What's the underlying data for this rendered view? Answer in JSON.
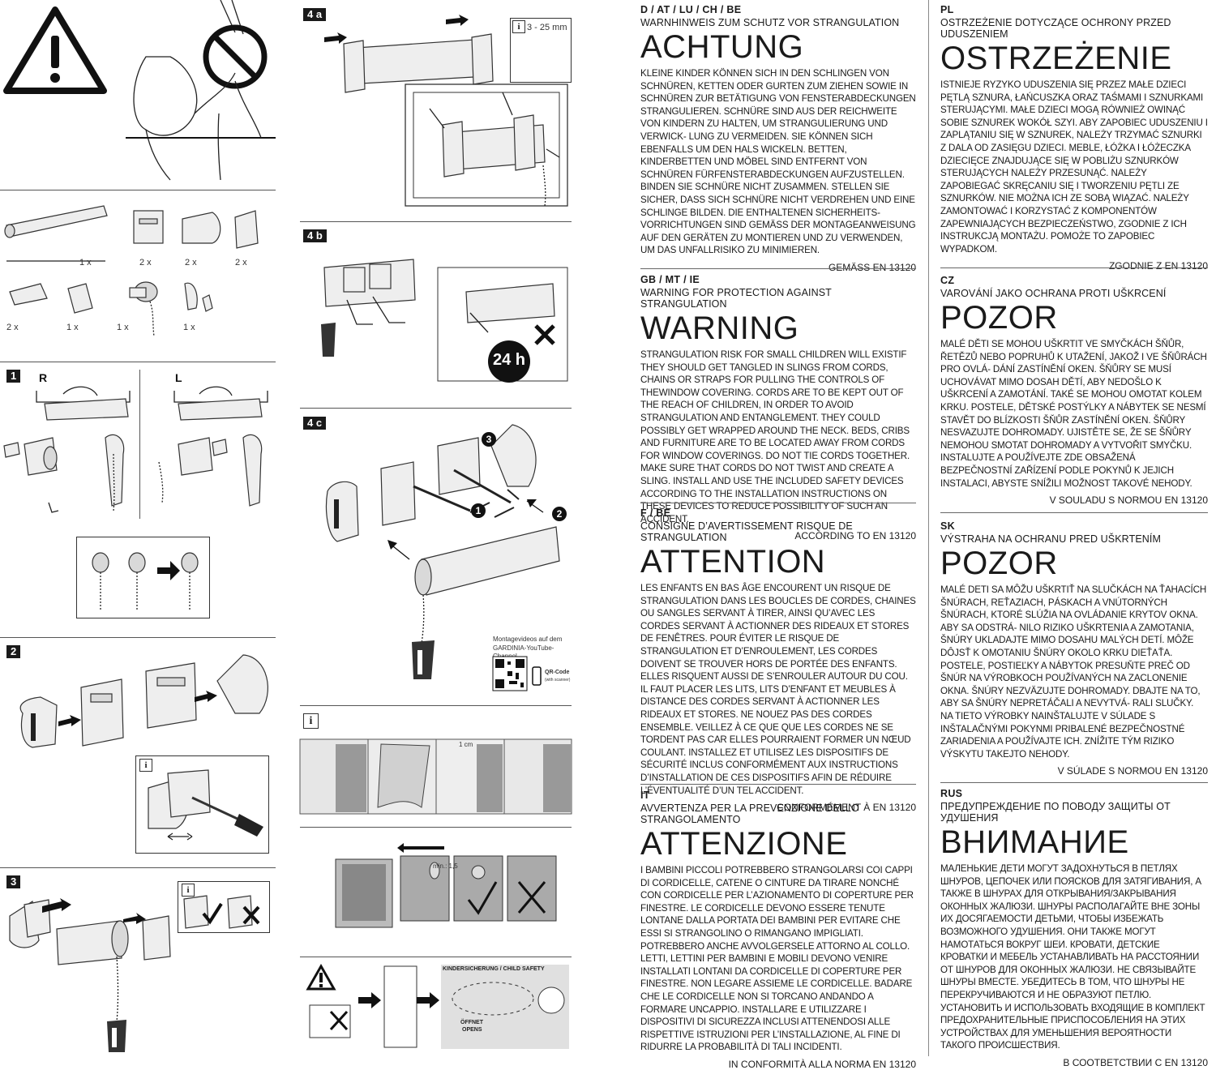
{
  "diagram": {
    "counts": {
      "roller": "1 x",
      "bracket": "2 x",
      "end_cap": "2 x",
      "pad": "2 x",
      "clip": "2 x",
      "plug": "1 x",
      "chain_unit": "1 x",
      "weight": "1 x"
    },
    "steps": {
      "s1": "1",
      "s2": "2",
      "s3": "3",
      "s4a": "4 a",
      "s4b": "4 b",
      "s4c": "4 c"
    },
    "labels": {
      "right": "R",
      "left": "L",
      "range": "3 - 25 mm",
      "hours": "24 h",
      "one_cm": "1 cm",
      "min": "min.: 1,5",
      "num1": "1",
      "num2": "2",
      "num3": "3",
      "info": "i"
    },
    "video_line1": "Montagevideos auf dem",
    "video_line2": "GARDINIA-YouTube-Channel",
    "qr_label": "QR-Code",
    "qr_sub": "(with scanner)",
    "child_safety": "KINDERSICHERUNG / CHILD SAFETY",
    "open_de": "ÖFFNET",
    "open_en": "OPENS"
  },
  "warnings": {
    "de": {
      "code": "D / AT / LU / CH / BE",
      "subtitle": "WARNHINWEIS ZUM SCHUTZ VOR STRANGULATION",
      "title": "ACHTUNG",
      "body": "KLEINE KINDER KÖNNEN SICH IN DEN SCHLINGEN VON SCHNÜREN, KETTEN ODER GURTEN ZUM ZIEHEN SOWIE IN SCHNÜREN ZUR BETÄTIGUNG VON FENSTERABDECKUNGEN STRANGULIEREN. SCHNÜRE SIND AUS DER REICHWEITE VON KINDERN ZU HALTEN, UM STRANGULIERUNG UND VERWICK- LUNG ZU VERMEIDEN. SIE KÖNNEN SICH EBENFALLS UM DEN HALS WICKELN. BETTEN, KINDERBETTEN UND MÖBEL SIND ENTFERNT VON SCHNÜREN FÜRFENSTERABDECKUNGEN AUFZUSTELLEN. BINDEN SIE SCHNÜRE NICHT ZUSAMMEN. STELLEN SIE SICHER, DASS SICH SCHNÜRE NICHT VERDREHEN UND EINE SCHLINGE BILDEN. DIE ENTHALTENEN SICHERHEITS- VORRICHTUNGEN SIND GEMÄSS DER MONTAGEANWEISUNG AUF DEN GERÄTEN ZU MONTIEREN UND ZU VERWENDEN, UM DAS UNFALLRISIKO ZU MINIMIEREN.",
      "norm": "GEMÄSS EN 13120"
    },
    "gb": {
      "code": "GB / MT / IE",
      "subtitle": "WARNING FOR PROTECTION AGAINST STRANGULATION",
      "title": "WARNING",
      "body": "STRANGULATION RISK FOR SMALL CHILDREN WILL EXISTIF THEY SHOULD GET TANGLED IN SLINGS FROM CORDS, CHAINS OR STRAPS FOR PULLING THE CONTROLS OF THEWINDOW COVERING. CORDS ARE TO BE KEPT OUT OF THE REACH OF CHILDREN, IN ORDER TO AVOID STRANGULATION AND ENTANGLEMENT. THEY COULD POSSIBLY GET WRAPPED AROUND THE NECK. BEDS, CRIBS AND FURNITURE ARE TO BE LOCATED AWAY FROM CORDS FOR WINDOW COVERINGS. DO NOT TIE CORDS TOGETHER. MAKE SURE THAT CORDS DO NOT TWIST AND CREATE A SLING. INSTALL AND USE THE INCLUDED SAFETY DEVICES ACCORDING TO THE INSTALLATION INSTRUCTIONS ON THESE DEVICES TO REDUCE POSSIBILITY OF SUCH AN ACCIDENT.",
      "norm": "ACCORDING TO EN 13120"
    },
    "fr": {
      "code": "F / BE",
      "subtitle": "CONSIGNE D’AVERTISSEMENT RISQUE DE STRANGULATION",
      "title": "ATTENTION",
      "body": "LES ENFANTS EN BAS ÂGE ENCOURENT UN RISQUE DE STRANGULATION DANS LES BOUCLES DE CORDES, CHAINES OU SANGLES SERVANT À TIRER, AINSI QU’AVEC LES CORDES SERVANT À ACTIONNER DES RIDEAUX ET STORES DE FENÊTRES. POUR ÉVITER LE RISQUE DE STRANGULATION ET D’ENROULEMENT, LES CORDES DOIVENT SE TROUVER HORS DE PORTÉE DES ENFANTS. ELLES RISQUENT AUSSI DE S’ENROULER AUTOUR DU COU. IL FAUT PLACER LES LITS, LITS D’ENFANT ET MEUBLES À DISTANCE DES CORDES SERVANT À ACTIONNER LES RIDEAUX ET STORES. NE NOUEZ PAS DES CORDES ENSEMBLE. VEILLEZ À CE QUE QUE LES CORDES NE SE TORDENT PAS CAR ELLES POURRAIENT FORMER UN NŒUD COULANT. INSTALLEZ ET UTILISEZ LES DISPOSITIFS DE SÉCURITÉ INCLUS CONFORMÉMENT AUX INSTRUCTIONS D’INSTALLATION DE CES DISPOSITIFS AFIN DE RÉDUIRE L’ÉVENTUALITÉ D’UN TEL ACCIDENT.",
      "norm": "CONFORMÉMENT À EN 13120"
    },
    "it": {
      "code": "IT",
      "subtitle": "AVVERTENZA PER LA PREVENZIONE DELLO STRANGOLAMENTO",
      "title": "ATTENZIONE",
      "body": "I BAMBINI PICCOLI POTREBBERO STRANGOLARSI COI CAPPI DI CORDICELLE, CATENE O CINTURE DA TIRARE NONCHÉ CON CORDICELLE PER L’AZIONAMENTO DI COPERTURE PER FINESTRE. LE CORDICELLE DEVONO ESSERE TENUTE LONTANE DALLA PORTATA DEI BAMBINI PER EVITARE CHE ESSI SI STRANGOLINO O RIMANGANO IMPIGLIATI. POTREBBERO ANCHE AVVOLGERSELE ATTORNO AL COLLO. LETTI, LETTINI PER BAMBINI E MOBILI DEVONO VENIRE INSTALLATI LONTANI DA CORDICELLE DI COPERTURE PER FINESTRE. NON LEGARE ASSIEME LE CORDICELLE. BADARE CHE LE CORDICELLE NON SI TORCANO ANDANDO A FORMARE UNCAPPIO. INSTALLARE E UTILIZZARE I DISPOSITIVI DI SICUREZZA INCLUSI ATTENENDOSI ALLE RISPETTIVE ISTRUZIONI PER L’INSTALLAZIONE, AL FINE DI RIDURRE LA PROBABILITÀ DI TALI INCIDENTI.",
      "norm": "IN CONFORMITÀ ALLA NORMA EN 13120"
    },
    "pl": {
      "code": "PL",
      "subtitle": "OSTRZEŻENIE DOTYCZĄCE OCHRONY PRZED UDUSZENIEM",
      "title": "OSTRZEŻENIE",
      "body": "ISTNIEJE RYZYKO UDUSZENIA SIĘ PRZEZ MAŁE DZIECI PĘTLĄ SZNURA, ŁAŃCUSZKA ORAZ TAŚMAMI I SZNURKAMI STERUJĄCYMI. MAŁE DZIECI MOGĄ RÓWNIEŻ OWINĄĆ SOBIE SZNUREK WOKÓŁ SZYI. ABY ZAPOBIEC UDUSZENIU I ZAPLĄTANIU SIĘ W SZNUREK, NALEŻY TRZYMAĆ SZNURKI Z DALA OD ZASIĘGU DZIECI. MEBLE, ŁÓŻKA I ŁÓŻECZKA DZIECIĘCE ZNAJDUJĄCE SIĘ W POBLIŻU SZNURKÓW STERUJĄCYCH NALEŻY PRZESUNĄĆ. NALEŻY ZAPOBIEGAĆ SKRĘCANIU SIĘ I TWORZENIU PĘTLI ZE SZNURKÓW. NIE MOŻNA ICH ZE SOBĄ WIĄZAĆ. NALEŻY ZAMONTOWAĆ I KORZYSTAĆ Z KOMPONENTÓW ZAPEWNIAJĄCYCH BEZPIECZEŃSTWO, ZGODNIE Z ICH INSTRUKCJĄ MONTAŻU. POMOŻE TO ZAPOBIEC WYPADKOM.",
      "norm": "ZGODNIE Z EN 13120"
    },
    "cz": {
      "code": "CZ",
      "subtitle": "VAROVÁNÍ JAKO OCHRANA PROTI UŠKRCENÍ",
      "title": "POZOR",
      "body": "MALÉ DĚTI SE MOHOU UŠKRTIT VE SMYČKÁCH ŠŇŮR, ŘETĚZŮ NEBO POPRUHŮ K UTAŽENÍ, JAKOŽ I VE ŠŇŮRÁCH PRO OVLÁ- DÁNÍ ZASTÍNĚNÍ OKEN. ŠŇŮRY SE MUSÍ UCHOVÁVAT MIMO DOSAH DĚTÍ, ABY NEDOŠLO K UŠKRCENÍ A ZAMOTÁNÍ. TAKÉ SE MOHOU OMOTAT KOLEM KRKU. POSTELE, DĚTSKÉ POSTÝLKY A NÁBYTEK SE NESMÍ STAVĚT DO BLÍZKOSTI ŠŇŮR ZASTÍNĚNÍ OKEN. ŠŇŮRY NESVAZUJTE DOHROMADY. UJISTĚTE SE, ŽE SE ŠŇŮRY NEMOHOU SMOTAT DOHROMADY A VYTVOŘIT SMYČKU. INSTALUJTE A POUŽÍVEJTE ZDE OBSAŽENÁ BEZPEČNOSTNÍ ZAŘÍZENÍ PODLE POKYNŮ K JEJICH INSTALACI, ABYSTE SNÍŽILI MOŽNOST TAKOVÉ NEHODY.",
      "norm": "V SOULADU S NORMOU EN 13120"
    },
    "sk": {
      "code": "SK",
      "subtitle": "VÝSTRAHA NA OCHRANU PRED UŠKRTENÍM",
      "title": "POZOR",
      "body": "MALÉ DETI SA MÔŽU UŠKRTIŤ NA SLUČKÁCH NA ŤAHACÍCH ŠNÚRACH, REŤAZIACH, PÁSKACH A VNÚTORNÝCH ŠNÚRACH, KTORÉ SLÚŽIA NA OVLÁDANIE KRYTOV OKNA. ABY SA ODSTRÁ- NILO RIZIKO UŠKRTENIA A ZAMOTANIA, ŠNÚRY UKLADAJTE MIMO DOSAHU MALÝCH DETÍ. MÔŽE DÔJSŤ K OMOTANIU ŠNÚRY OKOLO KRKU DIEŤAŤA. POSTELE, POSTIEĽKY A NÁBYTOK PRESUŇTE PREČ OD ŠNÚR NA VÝROBKOCH POUŽÍVANÝCH NA ZACLONENIE OKNA. ŠNÚRY NEZVÄZUJTE DOHROMADY. DBAJTE NA TO, ABY SA ŠNÚRY NEPRETÁČALI A NEVYTVÁ- RALI SLUČKY. NA TIETO VÝROBKY NAINŠTALUJTE V SÚLADE S INŠTALAČNÝMI POKYNMI PRIBALENÉ BEZPEČNOSTNÉ ZARIADENIA A POUŽÍVAJTE ICH. ZNÍŽITE TÝM RIZIKO VÝSKYTU TAKEJTO NEHODY.",
      "norm": "V SÚLADE S NORMOU EN 13120"
    },
    "rus": {
      "code": "RUS",
      "subtitle": "ПРЕДУПРЕЖДЕНИЕ ПО ПОВОДУ ЗАЩИТЫ ОТ УДУШЕНИЯ",
      "title": "ВНИМАНИЕ",
      "body": "МАЛЕНЬКИЕ ДЕТИ МОГУТ ЗАДОХНУТЬСЯ В ПЕТЛЯХ ШНУРОВ, ЦЕПОЧЕК ИЛИ ПОЯСКОВ ДЛЯ ЗАТЯГИВАНИЯ, А ТАКЖЕ В ШНУРАХ ДЛЯ ОТКРЫВАНИЯ/ЗАКРЫВАНИЯ ОКОННЫХ ЖАЛЮЗИ. ШНУРЫ РАСПОЛАГАЙТЕ ВНЕ ЗОНЫ ИХ ДОСЯГАЕМОСТИ ДЕТЬМИ, ЧТОБЫ ИЗБЕЖАТЬ ВОЗМОЖНОГО УДУШЕНИЯ. ОНИ ТАКЖЕ МОГУТ НАМОТАТЬСЯ ВОКРУГ ШЕИ. КРОВАТИ, ДЕТСКИЕ КРОВАТКИ И МЕБЕЛЬ УСТАНАВЛИВАТЬ НА РАССТОЯНИИ ОТ ШНУРОВ ДЛЯ ОКОННЫХ ЖАЛЮЗИ. НЕ СВЯЗЫВАЙТЕ ШНУРЫ ВМЕСТЕ. УБЕДИТЕСЬ В ТОМ, ЧТО ШНУРЫ НЕ ПЕРЕКРУЧИВАЮТСЯ И НЕ ОБРАЗУЮТ ПЕТЛЮ. УСТАНОВИТЬ И ИСПОЛЬЗОВАТЬ ВХОДЯЩИЕ В КОМПЛЕКТ ПРЕДОХРАНИТЕЛЬНЫЕ ПРИСПОСОБЛЕНИЯ НА ЭТИХ УСТРОЙСТВАХ ДЛЯ УМЕНЬШЕНИЯ ВЕРОЯТНОСТИ ТАКОГО ПРОИСШЕСТВИЯ.",
      "norm": "В СООТВЕТСТВИИ С EN 13120"
    }
  }
}
